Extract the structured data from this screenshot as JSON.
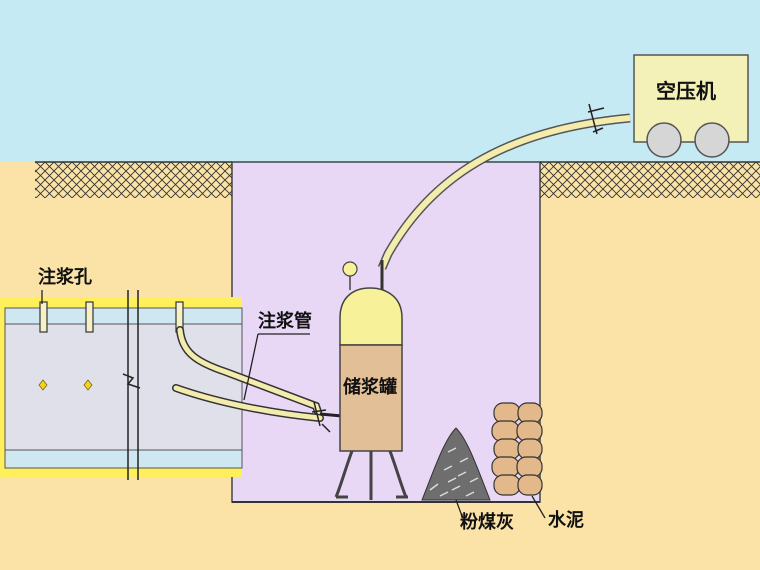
{
  "labels": {
    "compressor": "空压机",
    "grout_hole": "注浆孔",
    "grout_pipe": "注浆管",
    "grout_tank": "储浆罐",
    "fly_ash": "粉煤灰",
    "cement": "水泥"
  },
  "colors": {
    "sky": "#c6eaf4",
    "soil": "#fbe3a8",
    "pit": "#e8d8f6",
    "tunnel": "#e0e0ea",
    "tunnel_band": "#cfe7f0",
    "yellow_band": "#ffef5a",
    "tank_top": "#f7f29a",
    "tank_body": "#e3bf98",
    "hose": "#f4ecad",
    "compressor": "#f3f1b8"
  }
}
